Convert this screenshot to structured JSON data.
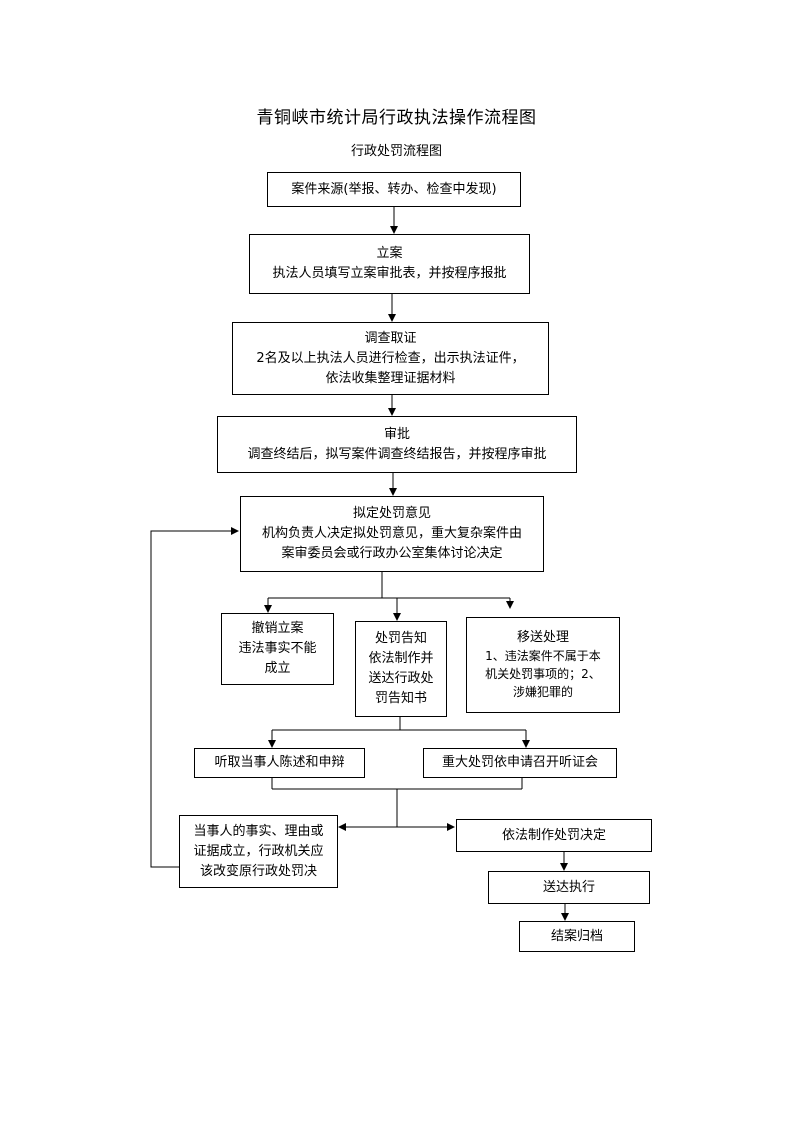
{
  "title": "青铜峡市统计局行政执法操作流程图",
  "subtitle": "行政处罚流程图",
  "nodes": {
    "source": [
      "案件来源(举报、转办、检查中发现)"
    ],
    "filing": [
      "立案",
      "执法人员填写立案审批表，并按程序报批"
    ],
    "investigation": [
      "调查取证",
      "2名及以上执法人员进行检查，出示执法证件，",
      "依法收集整理证据材料"
    ],
    "approval": [
      "审批",
      "调查终结后，拟写案件调查终结报告，并按程序审批"
    ],
    "draft_opinion": [
      "拟定处罚意见",
      "机构负责人决定拟处罚意见，重大复杂案件由",
      "案审委员会或行政办公室集体讨论决定"
    ],
    "revoke": [
      "撤销立案",
      "违法事实不能",
      "成立"
    ],
    "notice": [
      "处罚告知",
      "依法制作并",
      "送达行政处",
      "罚告知书"
    ],
    "transfer": [
      "移送处理",
      "1、违法案件不属于本",
      "机关处罚事项的；2、",
      "涉嫌犯罪的"
    ],
    "hear_statement": [
      "听取当事人陈述和申辩"
    ],
    "hearing": [
      "重大处罚依申请召开听证会"
    ],
    "change_decision": [
      "当事人的事实、理由或",
      "证据成立，行政机关应",
      "该改变原行政处罚决"
    ],
    "make_decision": [
      "依法制作处罚决定"
    ],
    "deliver": [
      "送达执行"
    ],
    "archive": [
      "结案归档"
    ]
  }
}
